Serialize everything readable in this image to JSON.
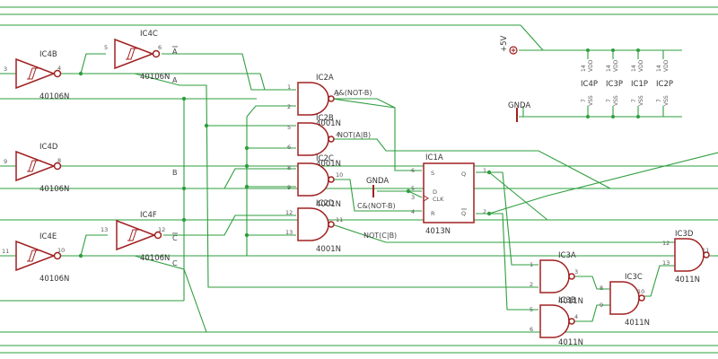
{
  "inverters": {
    "IC4B": {
      "name": "IC4B",
      "type": "40106N",
      "pin_in": "3",
      "pin_out": "4"
    },
    "IC4C": {
      "name": "IC4C",
      "type": "40106N",
      "pin_in": "5",
      "pin_out": "6"
    },
    "IC4D": {
      "name": "IC4D",
      "type": "40106N",
      "pin_in": "9",
      "pin_out": "8"
    },
    "IC4E": {
      "name": "IC4E",
      "type": "40106N",
      "pin_in": "11",
      "pin_out": "10"
    },
    "IC4F": {
      "name": "IC4F",
      "type": "40106N",
      "pin_in": "13",
      "pin_out": "12"
    }
  },
  "nor_gates": {
    "IC2A": {
      "name": "IC2A",
      "type": "4001N",
      "pin_a": "1",
      "pin_b": "2",
      "pin_out": "3"
    },
    "IC2B": {
      "name": "IC2B",
      "type": "4001N",
      "pin_a": "5",
      "pin_b": "6",
      "pin_out": "4"
    },
    "IC2C": {
      "name": "IC2C",
      "type": "4001N",
      "pin_a": "8",
      "pin_b": "9",
      "pin_out": "10"
    },
    "IC2D": {
      "name": "IC2D",
      "type": "4001N",
      "pin_a": "12",
      "pin_b": "13",
      "pin_out": "11"
    }
  },
  "nand_gates": {
    "IC3A": {
      "name": "IC3A",
      "type": "4011N",
      "pin_a": "1",
      "pin_b": "2",
      "pin_out": "3"
    },
    "IC3B": {
      "name": "IC3B",
      "type": "4011N",
      "pin_a": "5",
      "pin_b": "6",
      "pin_out": "4"
    },
    "IC3C": {
      "name": "IC3C",
      "type": "4011N",
      "pin_a": "8",
      "pin_b": "9",
      "pin_out": "10"
    },
    "IC3D": {
      "name": "IC3D",
      "type": "4011N",
      "pin_a": "12",
      "pin_b": "13",
      "pin_out": "11"
    }
  },
  "flipflop": {
    "name": "IC1A",
    "type": "4013N",
    "S": "S",
    "D": "D",
    "CLK": "CLK",
    "R": "R",
    "Q": "Q",
    "QN": "Q",
    "pin_s": "6",
    "pin_d": "5",
    "pin_clk": "3",
    "pin_r": "4",
    "pin_q": "1",
    "pin_qn": "2"
  },
  "nets": {
    "a_bar": "A",
    "a": "A",
    "b": "B",
    "c_bar": "C",
    "c": "C",
    "a_and_not_b": "A&(NOT-B)",
    "not_a_b": "NOT(A|B)",
    "c_and_not_b": "C&(NOT-B)",
    "not_c_b": "NOT(C|B)"
  },
  "power": {
    "plus5v": "+5V",
    "gnda": "GNDA",
    "gnda_ff": "GNDA",
    "supplies": [
      {
        "name": "IC4P",
        "vdd": "VDD",
        "vss": "VSS",
        "pin_vdd": "14",
        "pin_vss": "7"
      },
      {
        "name": "IC3P",
        "vdd": "VDD",
        "vss": "VSS",
        "pin_vdd": "14",
        "pin_vss": "7"
      },
      {
        "name": "IC1P",
        "vdd": "VDD",
        "vss": "VSS",
        "pin_vdd": "14",
        "pin_vss": "7"
      },
      {
        "name": "IC2P",
        "vdd": "VDD",
        "vss": "VSS",
        "pin_vdd": "14",
        "pin_vss": "7"
      }
    ]
  }
}
